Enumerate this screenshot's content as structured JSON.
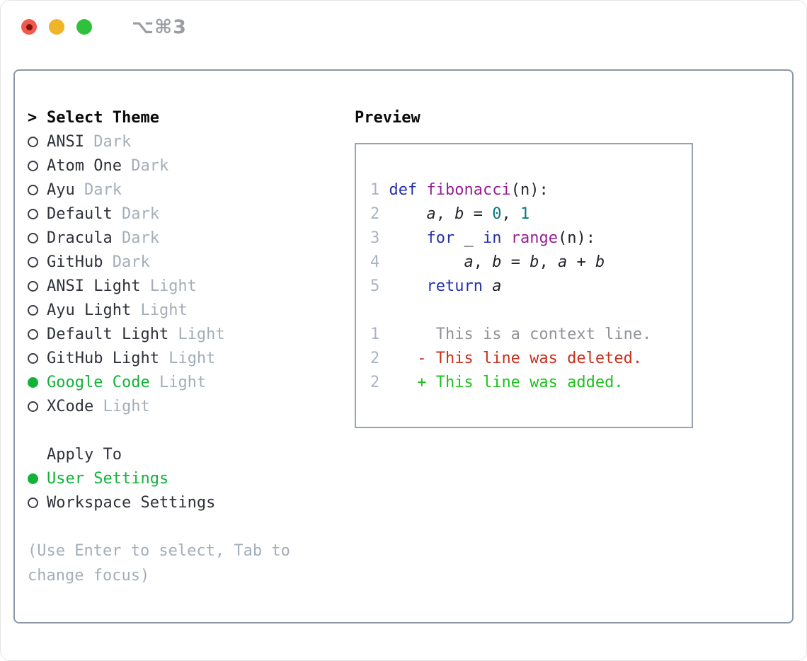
{
  "window": {
    "shortcut_label": "⌥⌘3"
  },
  "theme_panel": {
    "cursor": ">",
    "title": "Select Theme",
    "items": [
      {
        "name": "ANSI",
        "variant": "Dark",
        "selected": false
      },
      {
        "name": "Atom One",
        "variant": "Dark",
        "selected": false
      },
      {
        "name": "Ayu",
        "variant": "Dark",
        "selected": false
      },
      {
        "name": "Default",
        "variant": "Dark",
        "selected": false
      },
      {
        "name": "Dracula",
        "variant": "Dark",
        "selected": false
      },
      {
        "name": "GitHub",
        "variant": "Dark",
        "selected": false
      },
      {
        "name": "ANSI Light",
        "variant": "Light",
        "selected": false
      },
      {
        "name": "Ayu Light",
        "variant": "Light",
        "selected": false
      },
      {
        "name": "Default Light",
        "variant": "Light",
        "selected": false
      },
      {
        "name": "GitHub Light",
        "variant": "Light",
        "selected": false
      },
      {
        "name": "Google Code",
        "variant": "Light",
        "selected": true
      },
      {
        "name": "XCode",
        "variant": "Light",
        "selected": false
      }
    ]
  },
  "apply_to": {
    "title": "Apply To",
    "options": [
      {
        "label": "User Settings",
        "selected": true
      },
      {
        "label": "Workspace Settings",
        "selected": false
      }
    ]
  },
  "help_text": "(Use Enter to select, Tab to change focus)",
  "preview": {
    "title": "Preview",
    "lines": [
      {
        "num": "1",
        "segments": [
          {
            "t": "def",
            "c": "kw"
          },
          {
            "t": " ",
            "c": ""
          },
          {
            "t": "fibonacci",
            "c": "fn"
          },
          {
            "t": "(n):",
            "c": ""
          }
        ]
      },
      {
        "num": "2",
        "segments": [
          {
            "t": "    ",
            "c": ""
          },
          {
            "t": "a",
            "c": "var"
          },
          {
            "t": ", ",
            "c": ""
          },
          {
            "t": "b",
            "c": "var"
          },
          {
            "t": " = ",
            "c": ""
          },
          {
            "t": "0",
            "c": "num"
          },
          {
            "t": ", ",
            "c": ""
          },
          {
            "t": "1",
            "c": "num"
          }
        ]
      },
      {
        "num": "3",
        "segments": [
          {
            "t": "    ",
            "c": ""
          },
          {
            "t": "for",
            "c": "kw"
          },
          {
            "t": " _ ",
            "c": ""
          },
          {
            "t": "in",
            "c": "kw"
          },
          {
            "t": " ",
            "c": ""
          },
          {
            "t": "range",
            "c": "fn"
          },
          {
            "t": "(n):",
            "c": ""
          }
        ]
      },
      {
        "num": "4",
        "segments": [
          {
            "t": "        ",
            "c": ""
          },
          {
            "t": "a",
            "c": "var"
          },
          {
            "t": ", ",
            "c": ""
          },
          {
            "t": "b",
            "c": "var"
          },
          {
            "t": " = ",
            "c": ""
          },
          {
            "t": "b",
            "c": "var"
          },
          {
            "t": ", ",
            "c": ""
          },
          {
            "t": "a",
            "c": "var"
          },
          {
            "t": " + ",
            "c": ""
          },
          {
            "t": "b",
            "c": "var"
          }
        ]
      },
      {
        "num": "5",
        "segments": [
          {
            "t": "    ",
            "c": ""
          },
          {
            "t": "return",
            "c": "kw"
          },
          {
            "t": " ",
            "c": ""
          },
          {
            "t": "a",
            "c": "var"
          }
        ]
      },
      {
        "num": "",
        "segments": []
      },
      {
        "num": "1",
        "segments": [
          {
            "t": "     This is a context line.",
            "c": "ctx"
          }
        ]
      },
      {
        "num": "2",
        "segments": [
          {
            "t": "   - This line was deleted.",
            "c": "del"
          }
        ]
      },
      {
        "num": "2",
        "segments": [
          {
            "t": "   + This line was added.",
            "c": "add"
          }
        ]
      }
    ]
  },
  "colors": {
    "light_red": "#f2594c",
    "light_red_dot": "#7d1410",
    "light_yellow": "#f0b429",
    "light_green": "#2fc13e",
    "shortcut": "#9a9ea3",
    "border_main": "#8d98a7",
    "border_preview": "#98a2b0",
    "heading": "#0a0a0c",
    "text": "#2f323a",
    "muted": "#a4adb9",
    "green": "#12b23a",
    "code_text": "#24262c",
    "ln": "#a9b3c1",
    "kw": "#2531ac",
    "fn": "#961e96",
    "numc": "#0a7a7a",
    "ctx": "#8f9399",
    "red": "#c9301c",
    "addgreen": "#1cc21c"
  }
}
